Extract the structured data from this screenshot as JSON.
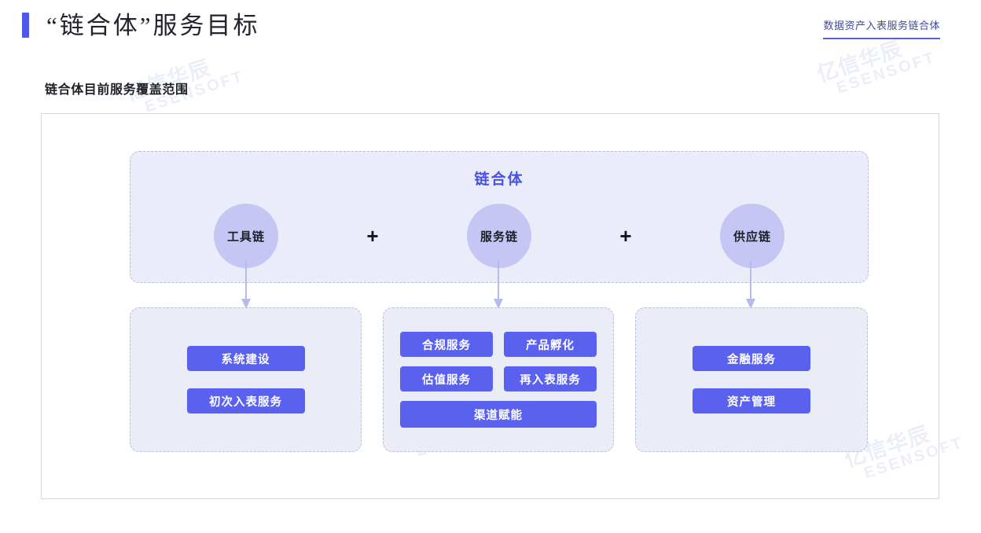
{
  "header": {
    "title": "“链合体”服务目标",
    "corner_tag": "数据资产入表服务链合体",
    "accent_color": "#4f57ea"
  },
  "subtitle": "链合体目前服务覆盖范围",
  "watermark": {
    "cn": "亿信华辰",
    "en": "ESENSOFT"
  },
  "top_region": {
    "title": "链合体",
    "title_color": "#4a52e6",
    "nodes": [
      {
        "label": "工具链"
      },
      {
        "label": "服务链"
      },
      {
        "label": "供应链"
      }
    ],
    "operator": "+"
  },
  "panels": [
    {
      "name": "tools",
      "items": [
        "系统建设",
        "初次入表服务"
      ]
    },
    {
      "name": "service",
      "items": [
        "合规服务",
        "产品孵化",
        "估值服务",
        "再入表服务",
        "渠道赋能"
      ]
    },
    {
      "name": "supply",
      "items": [
        "金融服务",
        "资产管理"
      ]
    }
  ],
  "colors": {
    "button": "#5a61ee",
    "circle": "#c5c6f3",
    "panel_bg": "#eaedf7",
    "dashed_border": "#b9bfd4",
    "frame_border": "#d4d6dc"
  }
}
